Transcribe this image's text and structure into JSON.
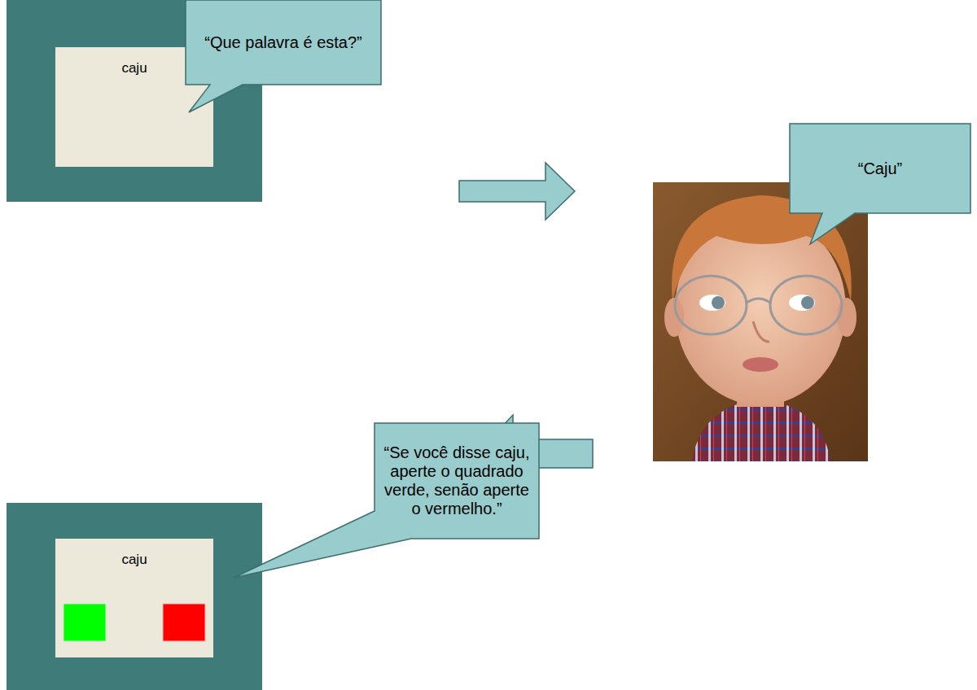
{
  "diagram": {
    "nodes": [
      {
        "text": [
          "caju"
        ]
      },
      {
        "text": [
          "“Que  palavra é esta?”"
        ]
      },
      {
        "text": [
          "“Caju”"
        ]
      },
      {
        "text": [
          "“Se você disse caju, aperte o quadrado verde, senão aperte o vermelho.”"
        ]
      },
      {
        "text": [
          "caju"
        ]
      }
    ]
  }
}
